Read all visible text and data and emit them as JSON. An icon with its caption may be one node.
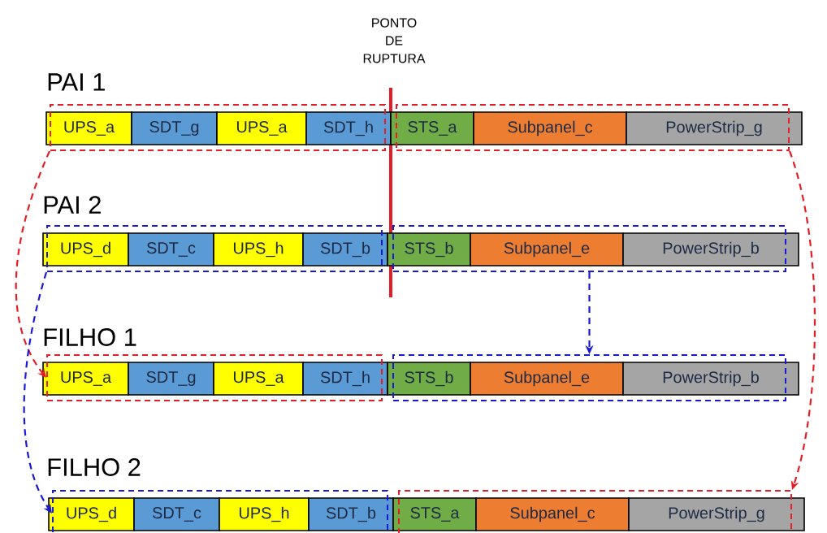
{
  "diagram": {
    "nodes": [
      {
        "text": [],
        "shape": "box"
      },
      {
        "text": [
          "UPS_a"
        ],
        "in": 0
      },
      {
        "text": [
          "SDT_g"
        ],
        "in": 0
      },
      {
        "text": [
          "UPS_a"
        ],
        "in": 0
      },
      {
        "text": [
          "SDT_h"
        ],
        "in": 0
      },
      {
        "text": [],
        "shape": "box"
      },
      {
        "text": [
          "STS_a"
        ],
        "in": 5
      },
      {
        "text": [
          "Subpanel_c"
        ],
        "in": 5
      },
      {
        "text": [
          "PowerStrip_g"
        ],
        "in": 5
      },
      {
        "text": [],
        "shape": "box"
      },
      {
        "text": [
          "UPS_d"
        ],
        "in": 9
      },
      {
        "text": [
          "SDT_c"
        ],
        "in": 9
      },
      {
        "text": [
          "UPS_h"
        ],
        "in": 9
      },
      {
        "text": [
          "SDT_b"
        ],
        "in": 9
      },
      {
        "text": [],
        "shape": "box"
      },
      {
        "text": [
          "STS_b"
        ],
        "in": 14
      },
      {
        "text": [
          "Subpanel_e"
        ],
        "in": 14
      },
      {
        "text": [
          "PowerStrip_b"
        ],
        "in": 14
      },
      {
        "text": [],
        "shape": "box"
      },
      {
        "text": [
          "UPS_a"
        ],
        "in": 18
      },
      {
        "text": [
          "SDT_g"
        ],
        "in": 18
      },
      {
        "text": [
          "UPS_a"
        ],
        "in": 18
      },
      {
        "text": [
          "SDT_h"
        ],
        "in": 18
      },
      {
        "text": [],
        "shape": "box"
      },
      {
        "text": [
          "STS_b"
        ],
        "in": 23
      },
      {
        "text": [
          "Subpanel_e"
        ],
        "in": 23
      },
      {
        "text": [
          "PowerStrip_b"
        ],
        "in": 23
      },
      {
        "text": [],
        "shape": "box"
      },
      {
        "text": [
          "UPS_d"
        ],
        "in": 27
      },
      {
        "text": [
          "SDT_c"
        ],
        "in": 27
      },
      {
        "text": [
          "UPS_h"
        ],
        "in": 27
      },
      {
        "text": [
          "SDT_b"
        ],
        "in": 27
      },
      {
        "text": [],
        "shape": "box"
      },
      {
        "text": [
          "STS_a"
        ],
        "in": 32
      },
      {
        "text": [
          "Subpanel_c"
        ],
        "in": 32
      },
      {
        "text": [
          "PowerStrip_g"
        ],
        "in": 32
      }
    ],
    "edges": [
      {
        "from": 0,
        "to": 18,
        "arrow": "to",
        "style": "dashed",
        "color": "#e41e26"
      },
      {
        "from": 5,
        "to": 32,
        "arrow": "to",
        "style": "dashed",
        "color": "#e41e26"
      },
      {
        "from": 9,
        "to": 27,
        "arrow": "to",
        "style": "dashed",
        "color": "#1a1ad6"
      },
      {
        "from": 14,
        "to": 23,
        "arrow": "to",
        "style": "dashed",
        "color": "#1a1ad6"
      }
    ],
    "labels": [
      "PONTO DE RUPTURA",
      "PAI 1",
      "PAI 2",
      "FILHO 1",
      "FILHO 2"
    ]
  }
}
